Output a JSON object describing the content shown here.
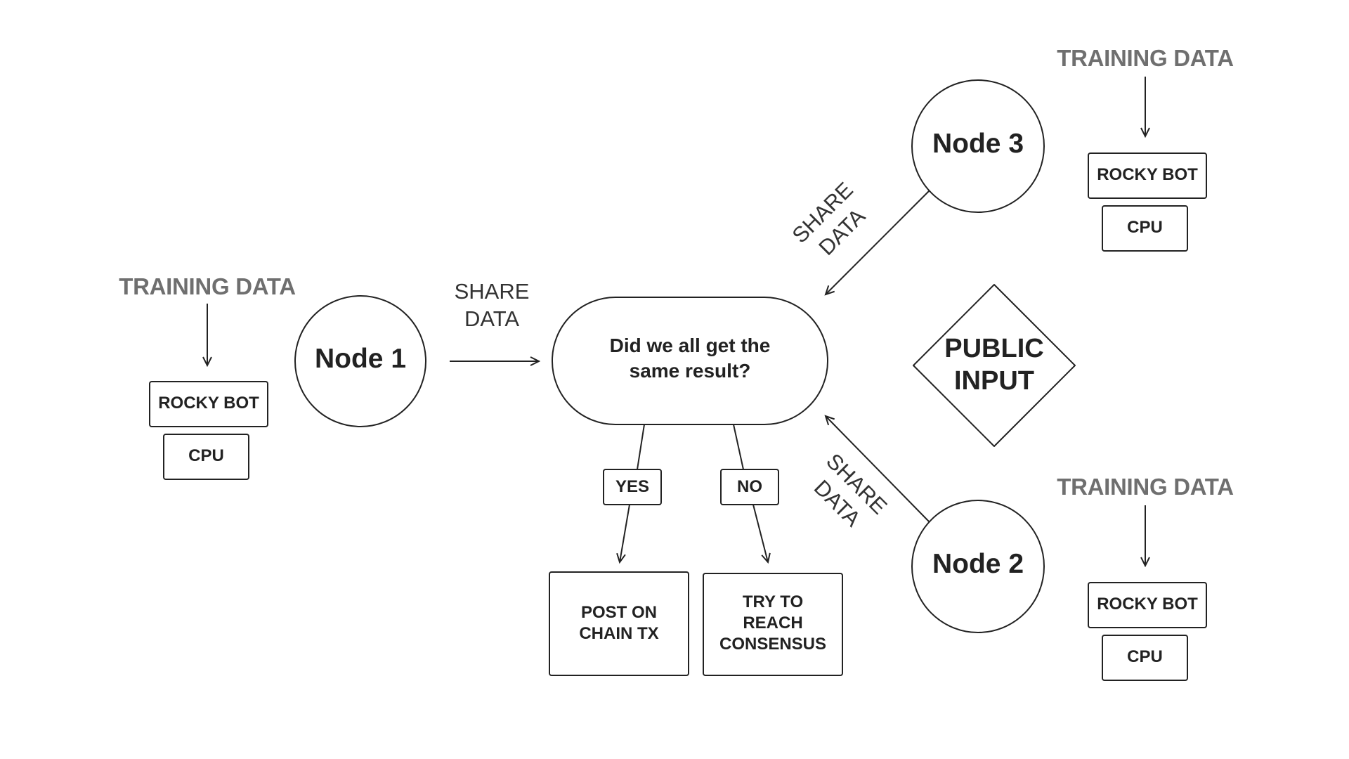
{
  "training_label": "TRAINING DATA",
  "share_label_line1": "SHARE",
  "share_label_line2": "DATA",
  "rocky_bot_label": "ROCKY BOT",
  "cpu_label": "CPU",
  "nodes": {
    "node1": "Node 1",
    "node2": "Node 2",
    "node3": "Node 3"
  },
  "decision": {
    "line1": "Did we all get the",
    "line2": "same result?"
  },
  "branches": {
    "yes": "YES",
    "no": "NO"
  },
  "outcomes": {
    "post": {
      "line1": "POST ON",
      "line2": "CHAIN TX"
    },
    "consensus": {
      "line1": "TRY TO",
      "line2": "REACH",
      "line3": "CONSENSUS"
    }
  },
  "public_input": {
    "line1": "PUBLIC",
    "line2": "INPUT"
  },
  "colors": {
    "stroke": "#222222",
    "muted_text": "#6f6f6f",
    "background": "#ffffff"
  }
}
